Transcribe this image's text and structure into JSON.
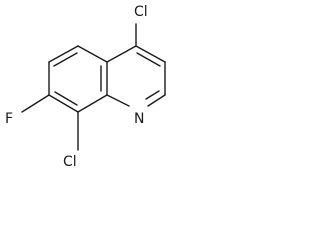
{
  "molecule": {
    "atoms": {
      "cl4": "Cl",
      "f": "F",
      "cl8": "Cl",
      "n": "N"
    }
  }
}
